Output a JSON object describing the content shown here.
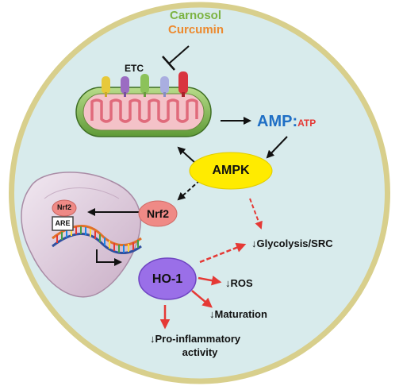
{
  "inhibitors": {
    "carnosol": "Carnosol",
    "curcumin": "Curcumin"
  },
  "etc_label": "ETC",
  "amp_ratio": {
    "amp": "AMP",
    "colon": ":",
    "atp": "ATP"
  },
  "ampk": "AMPK",
  "nrf2": "Nrf2",
  "nucleus": {
    "nrf2": "Nrf2",
    "are": "ARE"
  },
  "ho1": "HO-1",
  "effects": {
    "glycolysis": "↓Glycolysis/SRC",
    "ros": "↓ROS",
    "maturation": "↓Maturation",
    "proinflammatory_line1": "↓Pro-inflammatory",
    "proinflammatory_line2": "activity"
  },
  "colors": {
    "cell_fill": "#d8ebec",
    "cell_border": "#d8cf8c",
    "carnosol": "#7cb342",
    "curcumin": "#ec8a2f",
    "amp": "#1f6fc5",
    "atp": "#e53935",
    "ampk": "#ffeb00",
    "nrf2": "#ef8a86",
    "ho1": "#9a6fe8",
    "red_arrow": "#e53935"
  }
}
